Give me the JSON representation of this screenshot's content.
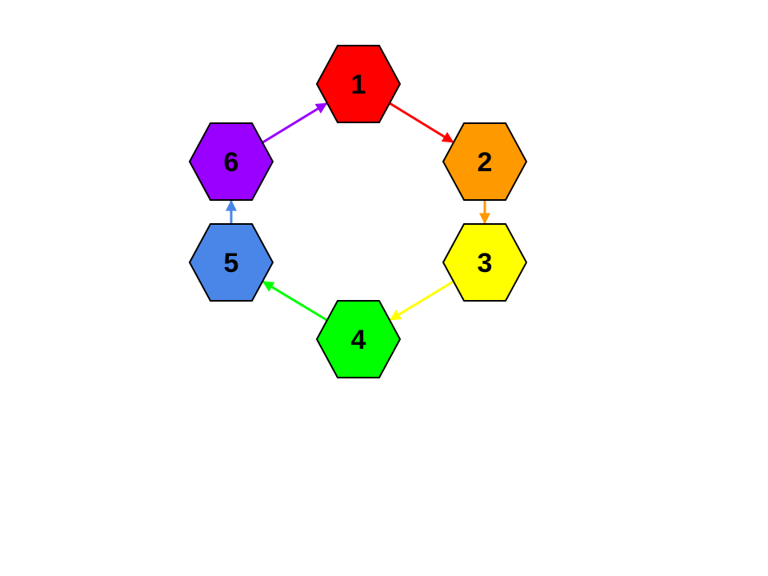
{
  "diagram": {
    "type": "cycle",
    "nodes": [
      {
        "id": "1",
        "label": "1",
        "color": "#ff0000"
      },
      {
        "id": "2",
        "label": "2",
        "color": "#ff9900"
      },
      {
        "id": "3",
        "label": "3",
        "color": "#ffff00"
      },
      {
        "id": "4",
        "label": "4",
        "color": "#00ff00"
      },
      {
        "id": "5",
        "label": "5",
        "color": "#4a86e8"
      },
      {
        "id": "6",
        "label": "6",
        "color": "#9900ff"
      }
    ],
    "edges": [
      {
        "from": "1",
        "to": "2",
        "color": "#ff0000"
      },
      {
        "from": "2",
        "to": "3",
        "color": "#ff9900"
      },
      {
        "from": "3",
        "to": "4",
        "color": "#ffff00"
      },
      {
        "from": "4",
        "to": "5",
        "color": "#00ff00"
      },
      {
        "from": "5",
        "to": "6",
        "color": "#4a86e8"
      },
      {
        "from": "6",
        "to": "1",
        "color": "#9900ff"
      }
    ]
  }
}
